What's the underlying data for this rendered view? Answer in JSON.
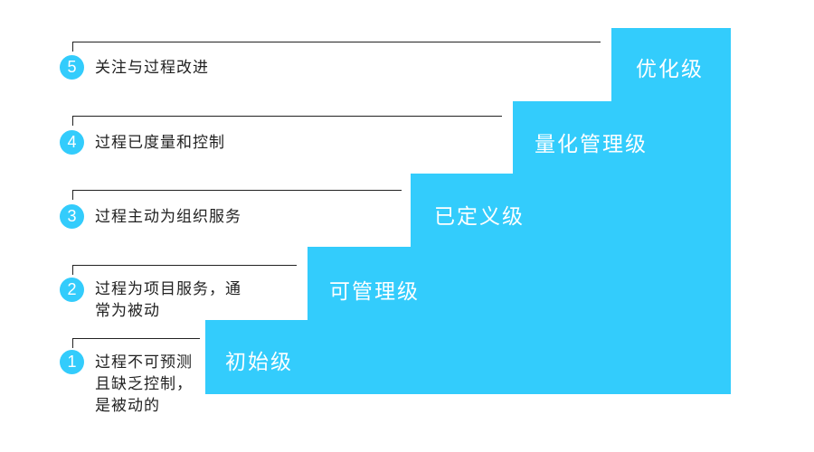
{
  "accent_color": "#33ccfc",
  "levels": [
    {
      "number": "1",
      "name": "初始级",
      "description_lines": [
        "过程不可预测",
        "且缺乏控制，",
        "是被动的"
      ]
    },
    {
      "number": "2",
      "name": "可管理级",
      "description_lines": [
        "过程为项目服务，通",
        "常为被动"
      ]
    },
    {
      "number": "3",
      "name": "已定义级",
      "description_lines": [
        "过程主动为组织服务"
      ]
    },
    {
      "number": "4",
      "name": "量化管理级",
      "description_lines": [
        "过程已度量和控制"
      ]
    },
    {
      "number": "5",
      "name": "优化级",
      "description_lines": [
        "关注与过程改进"
      ]
    }
  ]
}
